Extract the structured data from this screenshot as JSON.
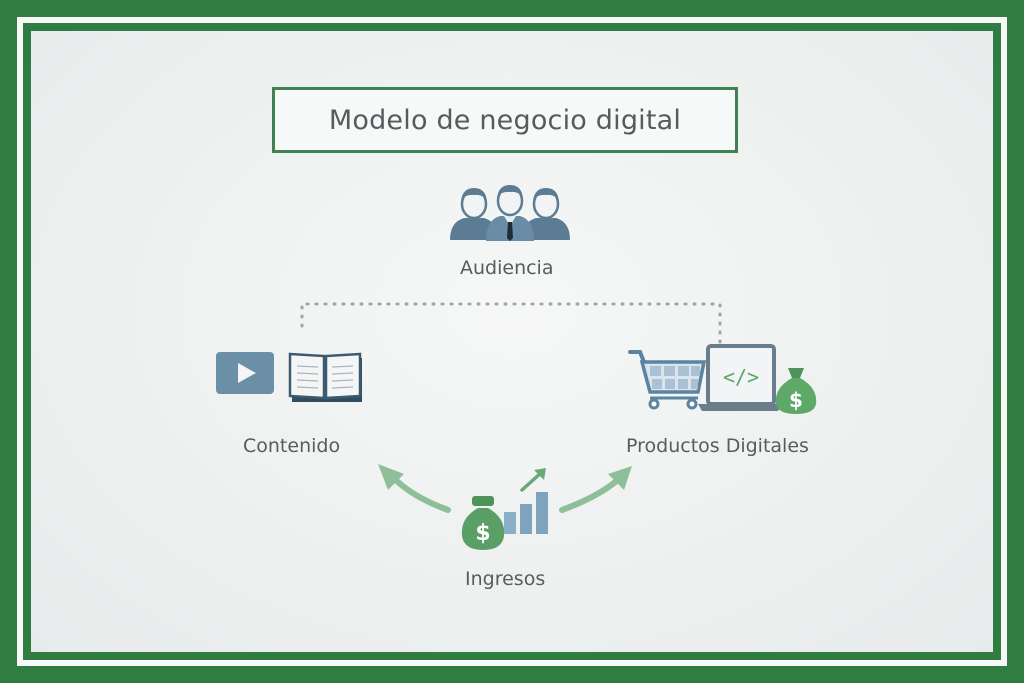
{
  "diagram": {
    "title": "Modelo de negocio digital",
    "nodes": [
      {
        "id": "audiencia",
        "label": "Audiencia",
        "icons": [
          "people-group-icon"
        ]
      },
      {
        "id": "contenido",
        "label": "Contenido",
        "icons": [
          "video-play-icon",
          "open-book-icon"
        ]
      },
      {
        "id": "productos",
        "label": "Productos Digitales",
        "icons": [
          "shopping-cart-icon",
          "laptop-code-icon",
          "money-bag-icon"
        ]
      },
      {
        "id": "ingresos",
        "label": "Ingresos",
        "icons": [
          "money-bag-icon",
          "bar-chart-growth-icon"
        ]
      }
    ],
    "edges": [
      {
        "from": "contenido",
        "to": "productos",
        "style": "dotted",
        "via": "audiencia"
      },
      {
        "from": "ingresos",
        "to": "contenido",
        "style": "arrow"
      },
      {
        "from": "ingresos",
        "to": "productos",
        "style": "arrow"
      }
    ],
    "code_glyph": "</>",
    "currency_glyph": "$"
  },
  "colors": {
    "border_green": "#2f7d40",
    "icon_blue": "#5b7f98",
    "money_green": "#4f9a5c",
    "arrow_green": "#8fbf98",
    "text_gray": "#565d60"
  }
}
